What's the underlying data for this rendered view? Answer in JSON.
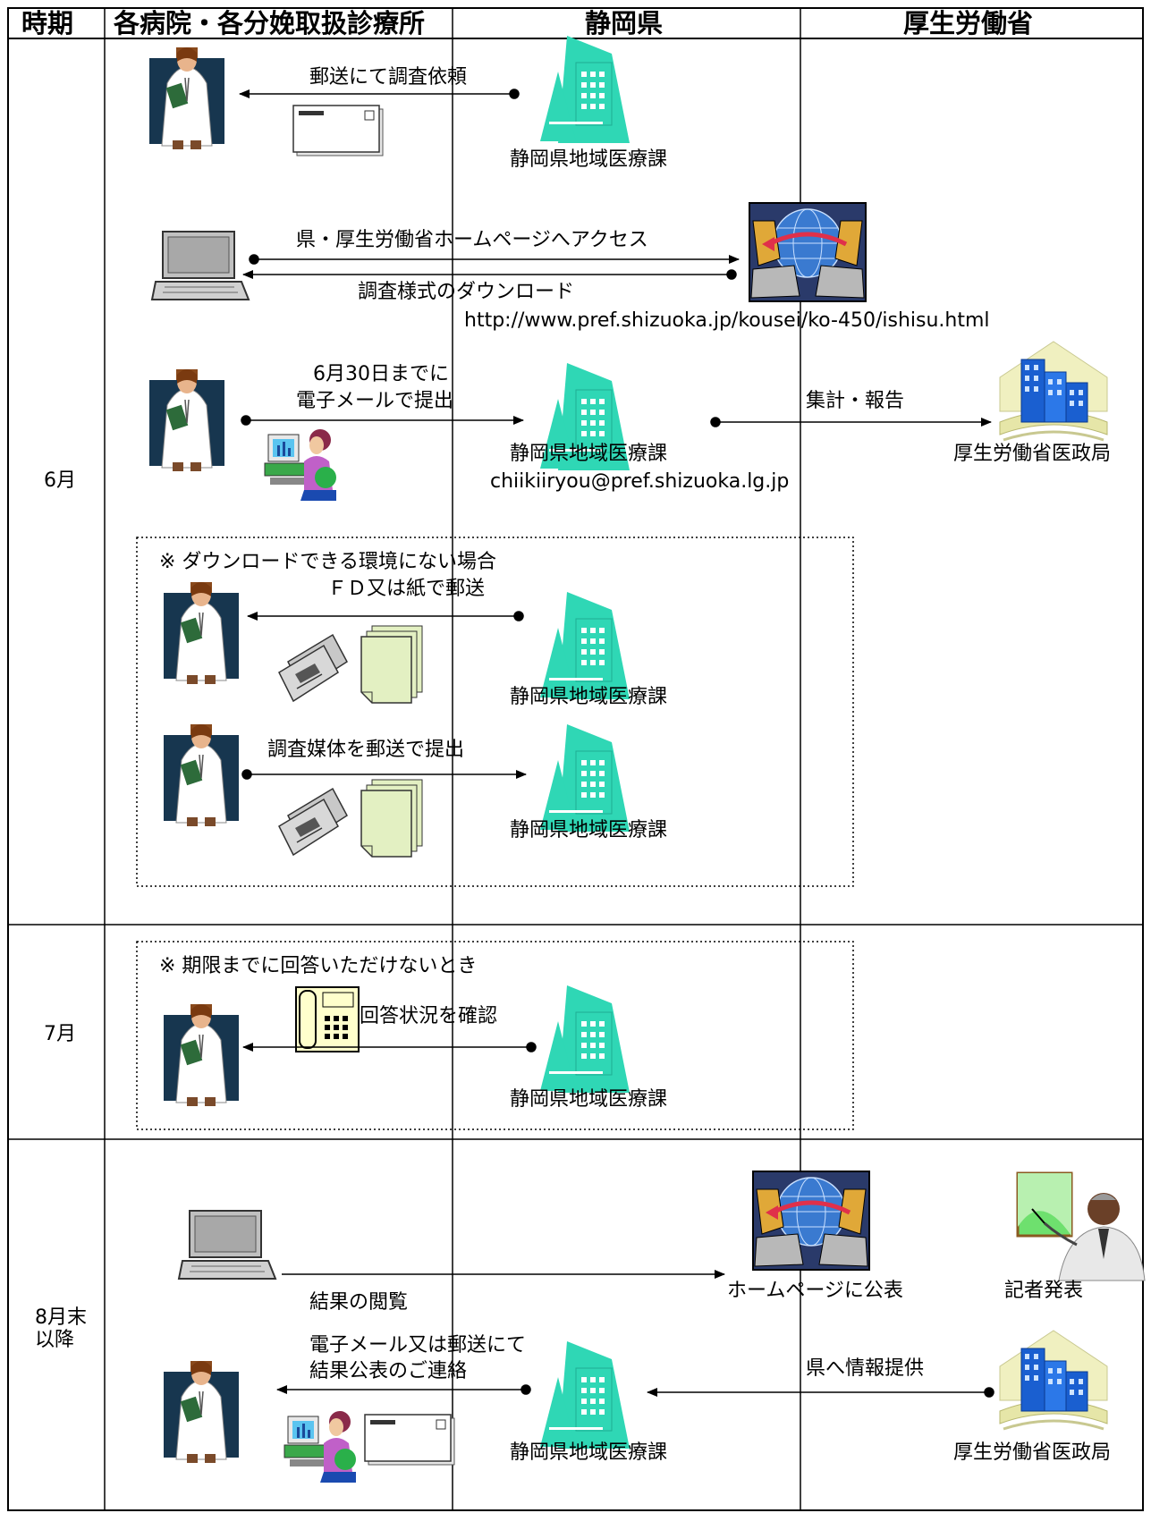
{
  "header": {
    "period": "時期",
    "hospitals": "各病院・各分娩取扱診療所",
    "prefecture": "静岡県",
    "ministry": "厚生労働省"
  },
  "periods": {
    "june": "6月",
    "july": "7月",
    "august_line1": "8月末",
    "august_line2": "以降"
  },
  "june": {
    "mail_request": "郵送にて調査依頼",
    "dept_1": "静岡県地域医療課",
    "access": "県・厚生労働省ホームページへアクセス",
    "download": "調査様式のダウンロード",
    "url": "http://www.pref.shizuoka.jp/kousei/ko-450/ishisu.html",
    "deadline": "6月30日までに",
    "email_submit": "電子メールで提出",
    "dept_2": "静岡県地域医療課",
    "dept_email": "chiikiiryou@pref.shizuoka.lg.jp",
    "aggregate": "集計・報告",
    "ministry_bureau": "厚生労働省医政局",
    "note_no_download": "※ ダウンロードできる環境にない場合",
    "fd_paper": "ＦＤ又は紙で郵送",
    "dept_3": "静岡県地域医療課",
    "media_submit": "調査媒体を郵送で提出",
    "dept_4": "静岡県地域医療課"
  },
  "july": {
    "note_no_answer": "※ 期限までに回答いただけないとき",
    "confirm": "回答状況を確認",
    "dept": "静岡県地域医療課"
  },
  "august": {
    "view_results": "結果の閲覧",
    "publish_web": "ホームページに公表",
    "press": "記者発表",
    "contact_line1": "電子メール又は郵送にて",
    "contact_line2": "結果公表のご連絡",
    "dept": "静岡県地域医療課",
    "info_provide": "県へ情報提供",
    "ministry_bureau": "厚生労働省医政局"
  },
  "colors": {
    "building_teal": "#2fd7b5",
    "building_blue": "#1a5fd0",
    "doctor_coat": "#ffffff",
    "doctor_bg": "#17364f",
    "paper_green": "#e3f0c2",
    "phone_yellow": "#ffffcc",
    "arrow_red": "#e0304a"
  }
}
